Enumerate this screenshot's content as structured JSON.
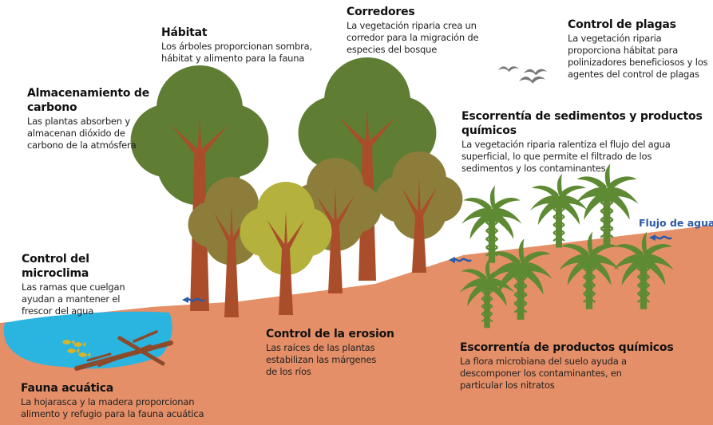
{
  "colors": {
    "soil": "#e58f68",
    "water": "#2ab4e0",
    "trunk": "#a94d2a",
    "tree_dark_green": "#5f7d33",
    "tree_olive": "#8c7e3a",
    "tree_yellow_green": "#b5b13d",
    "palm_green": "#5f8a34",
    "wood_brown": "#8c4a2b",
    "fish": "#d8b42a",
    "flow_arrow": "#2b5ba8",
    "bird": "#777777"
  },
  "icons": [
    "tree-icon",
    "palm-icon",
    "bird-icon",
    "fish-icon",
    "log-icon",
    "water-arrow-icon"
  ],
  "labels": {
    "habitat": {
      "title": "Hábitat",
      "body": [
        "Los árboles proporcionan sombra,",
        "hábitat y alimento para la fauna"
      ]
    },
    "corridors": {
      "title": "Corredores",
      "body": [
        "La vegetación riparia crea un",
        "corredor para la migración de",
        "especies del bosque"
      ]
    },
    "pest_control": {
      "title": "Control de plagas",
      "body": [
        "La vegetación riparia",
        "proporciona hábitat para",
        "polinizadores beneficiosos y los",
        "agentes del control de plagas"
      ]
    },
    "carbon": {
      "title": [
        "Almacenamiento de",
        "carbono"
      ],
      "body": [
        "Las plantas absorben y",
        "almacenan dióxido de",
        "carbono de la atmósfera"
      ]
    },
    "sediment_runoff": {
      "title": [
        "Escorrentía de sedimentos y productos",
        "químicos"
      ],
      "body": [
        "La vegetación riparia ralentiza el flujo del agua",
        "superficial, lo que permite el filtrado de los",
        "sedimentos y los contaminantes"
      ]
    },
    "microclimate": {
      "title": "Control del microclima",
      "body": [
        "Las ramas que cuelgan",
        "ayudan a mantener el",
        "frescor del agua"
      ]
    },
    "erosion": {
      "title": "Control de la erosion",
      "body": [
        "Las raíces de las plantas",
        "estabilizan las márgenes",
        "de los ríos"
      ]
    },
    "chemical_runoff": {
      "title": "Escorrentía de productos químicos",
      "body": [
        "La flora microbiana del suelo ayuda a",
        "descomponer los contaminantes, en",
        "particular los nitratos"
      ]
    },
    "aquatic_fauna": {
      "title": "Fauna acuática",
      "body": [
        "La hojarasca y la madera proporcionan",
        "alimento y refugio para la fauna acuática"
      ]
    }
  },
  "water_flow_label": "Flujo de agua"
}
